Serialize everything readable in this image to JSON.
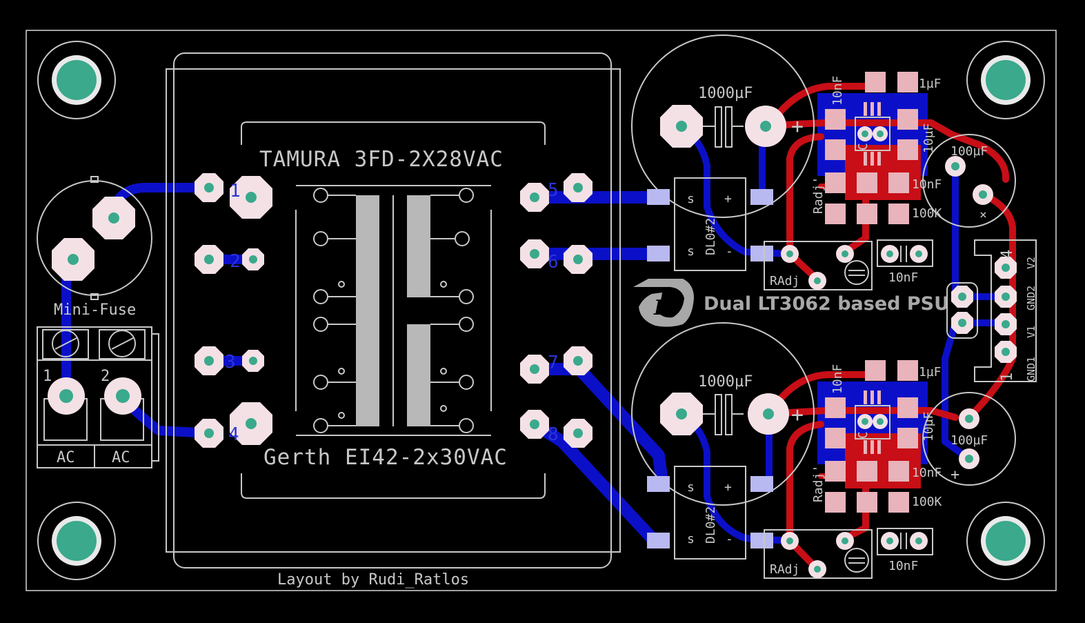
{
  "board": {
    "credit": "Layout by Rudi_Ratlos",
    "title": "Dual LT3062 based PSU",
    "logo_letter": "R"
  },
  "transformer": {
    "label_top": "TAMURA 3FD-2X28VAC",
    "label_bottom": "Gerth EI42-2x30VAC",
    "pins": [
      "1",
      "2",
      "3",
      "4",
      "5",
      "6",
      "7",
      "8"
    ]
  },
  "fuse": {
    "label": "Mini-Fuse"
  },
  "terminal_ac": {
    "pin1": "1",
    "pin2": "2",
    "label_left": "AC",
    "label_right": "AC"
  },
  "upper_regulator": {
    "cap_bulk": "1000µF",
    "cap_bulk_polarity": "+",
    "bridge_name": "DL0#2",
    "bridge_pins": [
      "s",
      "+",
      "s",
      "-"
    ],
    "cap_10nF_a": "10nF",
    "cap_1uF": "1µF",
    "cap_10uF": "10µF",
    "cap_C": "C",
    "cap_10nF_b": "10nF",
    "res_100k": "100K",
    "res_radj_small": "Radj'",
    "pot_radj": "RAdj",
    "cap_10nF_c": "10nF",
    "cap_out": "100µF",
    "cap_out_mark": "×"
  },
  "lower_regulator": {
    "cap_bulk": "1000µF",
    "cap_bulk_polarity": "+",
    "bridge_name": "DL0#2",
    "bridge_pins": [
      "s",
      "+",
      "s",
      "-"
    ],
    "cap_10nF_a": "10nF",
    "cap_1uF": "1µF",
    "cap_10uF": "10µF",
    "cap_C": "C",
    "cap_10nF_b": "10nF",
    "res_100k": "100K",
    "res_radj_small": "Radj'",
    "pot_radj": "RAdj",
    "cap_10nF_c": "10nF",
    "cap_out": "100µF",
    "cap_out_mark": "+"
  },
  "output_header": {
    "pin_top": "4",
    "pin_bottom": "1",
    "labels": [
      "V2",
      "GND2",
      "V1",
      "GND1"
    ]
  },
  "colors": {
    "board": "#000000",
    "silkscreen": "#c8c8c8",
    "bottom_copper": "#0b10c8",
    "top_copper": "#c80e16",
    "pad": "#f4e1e5",
    "drill": "#3aa98c"
  }
}
